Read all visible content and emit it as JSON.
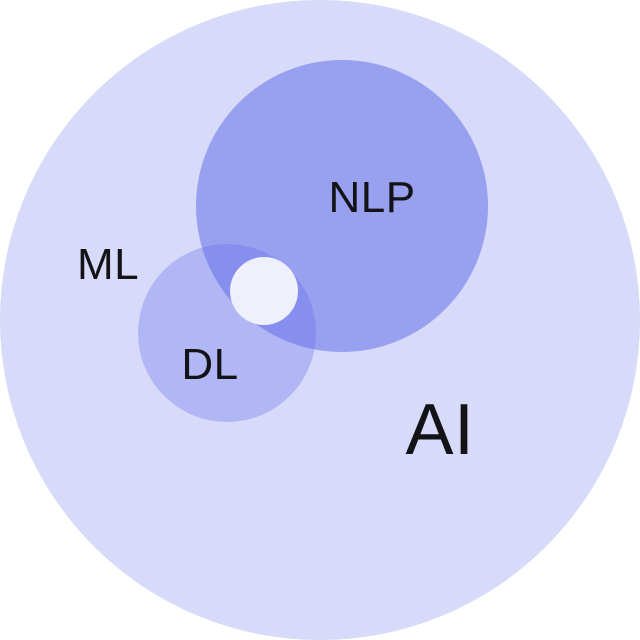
{
  "diagram": {
    "type": "euler",
    "background": "#ffffff",
    "text_color": "#121217",
    "labels": {
      "ai": "AI",
      "ml": "ML",
      "nlp": "NLP",
      "dl": "DL"
    },
    "fills": {
      "ai": "rgba(94,107,232,0.25)",
      "nlp": "rgba(94,107,232,0.52)",
      "dl": "rgba(94,107,232,0.31)",
      "core": "#eef0fc"
    },
    "observed_region_colors": {
      "ai_only": "#d7daf9",
      "nlp_only": "#98a0f0",
      "dl_only": "#b1b8f3",
      "dl_nlp_overlap": "#868fee",
      "inner_core": "#eef0fc"
    },
    "structure": {
      "outer_set": "AI",
      "inner_sets": [
        "NLP",
        "DL"
      ],
      "region_label_outside_circles": "ML",
      "nlp_dl_overlap": true,
      "core_circle_in_overlap": true
    }
  }
}
